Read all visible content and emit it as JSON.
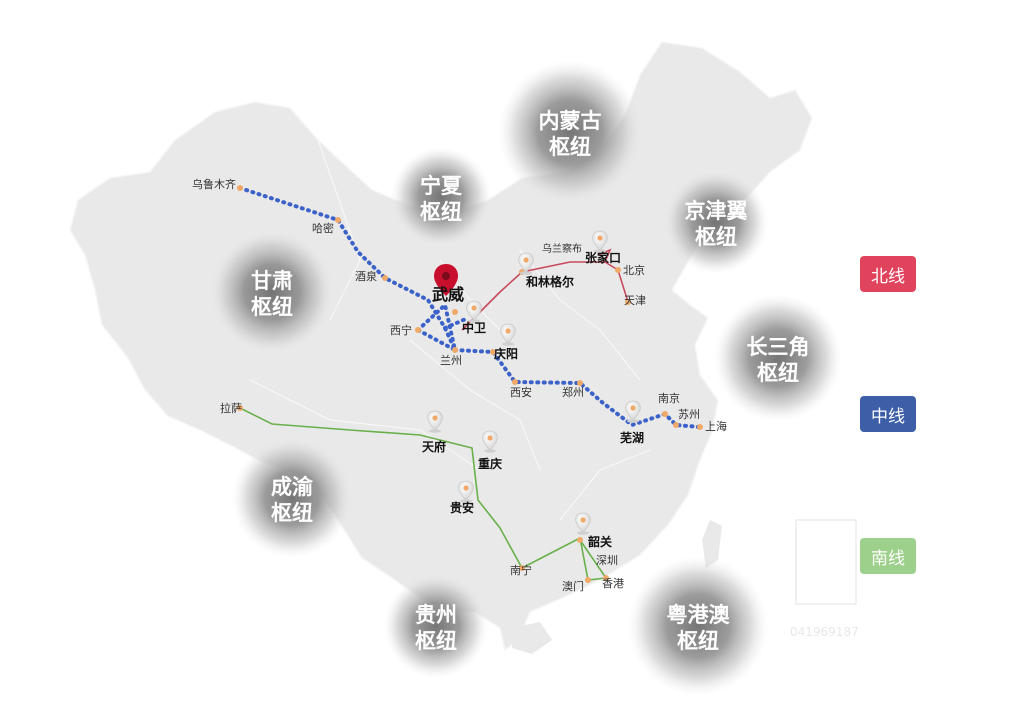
{
  "hubs": [
    {
      "id": "inner-mongolia",
      "line1": "内蒙古",
      "line2": "枢纽"
    },
    {
      "id": "ningxia",
      "line1": "宁夏",
      "line2": "枢纽"
    },
    {
      "id": "jingjinji",
      "line1": "京津翼",
      "line2": "枢纽"
    },
    {
      "id": "gansu",
      "line1": "甘肃",
      "line2": "枢纽"
    },
    {
      "id": "yangtze-delta",
      "line1": "长三角",
      "line2": "枢纽"
    },
    {
      "id": "chengyu",
      "line1": "成渝",
      "line2": "枢纽"
    },
    {
      "id": "guizhou",
      "line1": "贵州",
      "line2": "枢纽"
    },
    {
      "id": "gba",
      "line1": "粤港澳",
      "line2": "枢纽"
    }
  ],
  "cities": {
    "urumqi": "乌鲁木齐",
    "hami": "哈密",
    "jiuquan": "酒泉",
    "wuwei": "武威",
    "xining": "西宁",
    "lanzhou": "兰州",
    "zhongwei": "中卫",
    "qingyang": "庆阳",
    "xian": "西安",
    "zhengzhou": "郑州",
    "wuhu": "芜湖",
    "nanjing": "南京",
    "suzhou": "苏州",
    "shanghai": "上海",
    "ulanqab": "乌兰察布",
    "zhangjiakou": "张家口",
    "hohhot": "和林格尔",
    "beijing": "北京",
    "tianjin": "天津",
    "lhasa": "拉萨",
    "tianfu": "天府",
    "chongqing": "重庆",
    "guian": "贵安",
    "nanning": "南宁",
    "shaoguan": "韶关",
    "shenzhen": "深圳",
    "macau": "澳门",
    "hongkong": "香港"
  },
  "legend": {
    "north": {
      "label": "北线",
      "color": "#e0445d"
    },
    "middle": {
      "label": "中线",
      "color": "#3d5fa8"
    },
    "south": {
      "label": "南线",
      "color": "#9dd08a"
    }
  },
  "routes": {
    "north_color": "#c94a5c",
    "middle_color": "#3b62c8",
    "south_color": "#6ab04c"
  },
  "watermark": "041969187"
}
